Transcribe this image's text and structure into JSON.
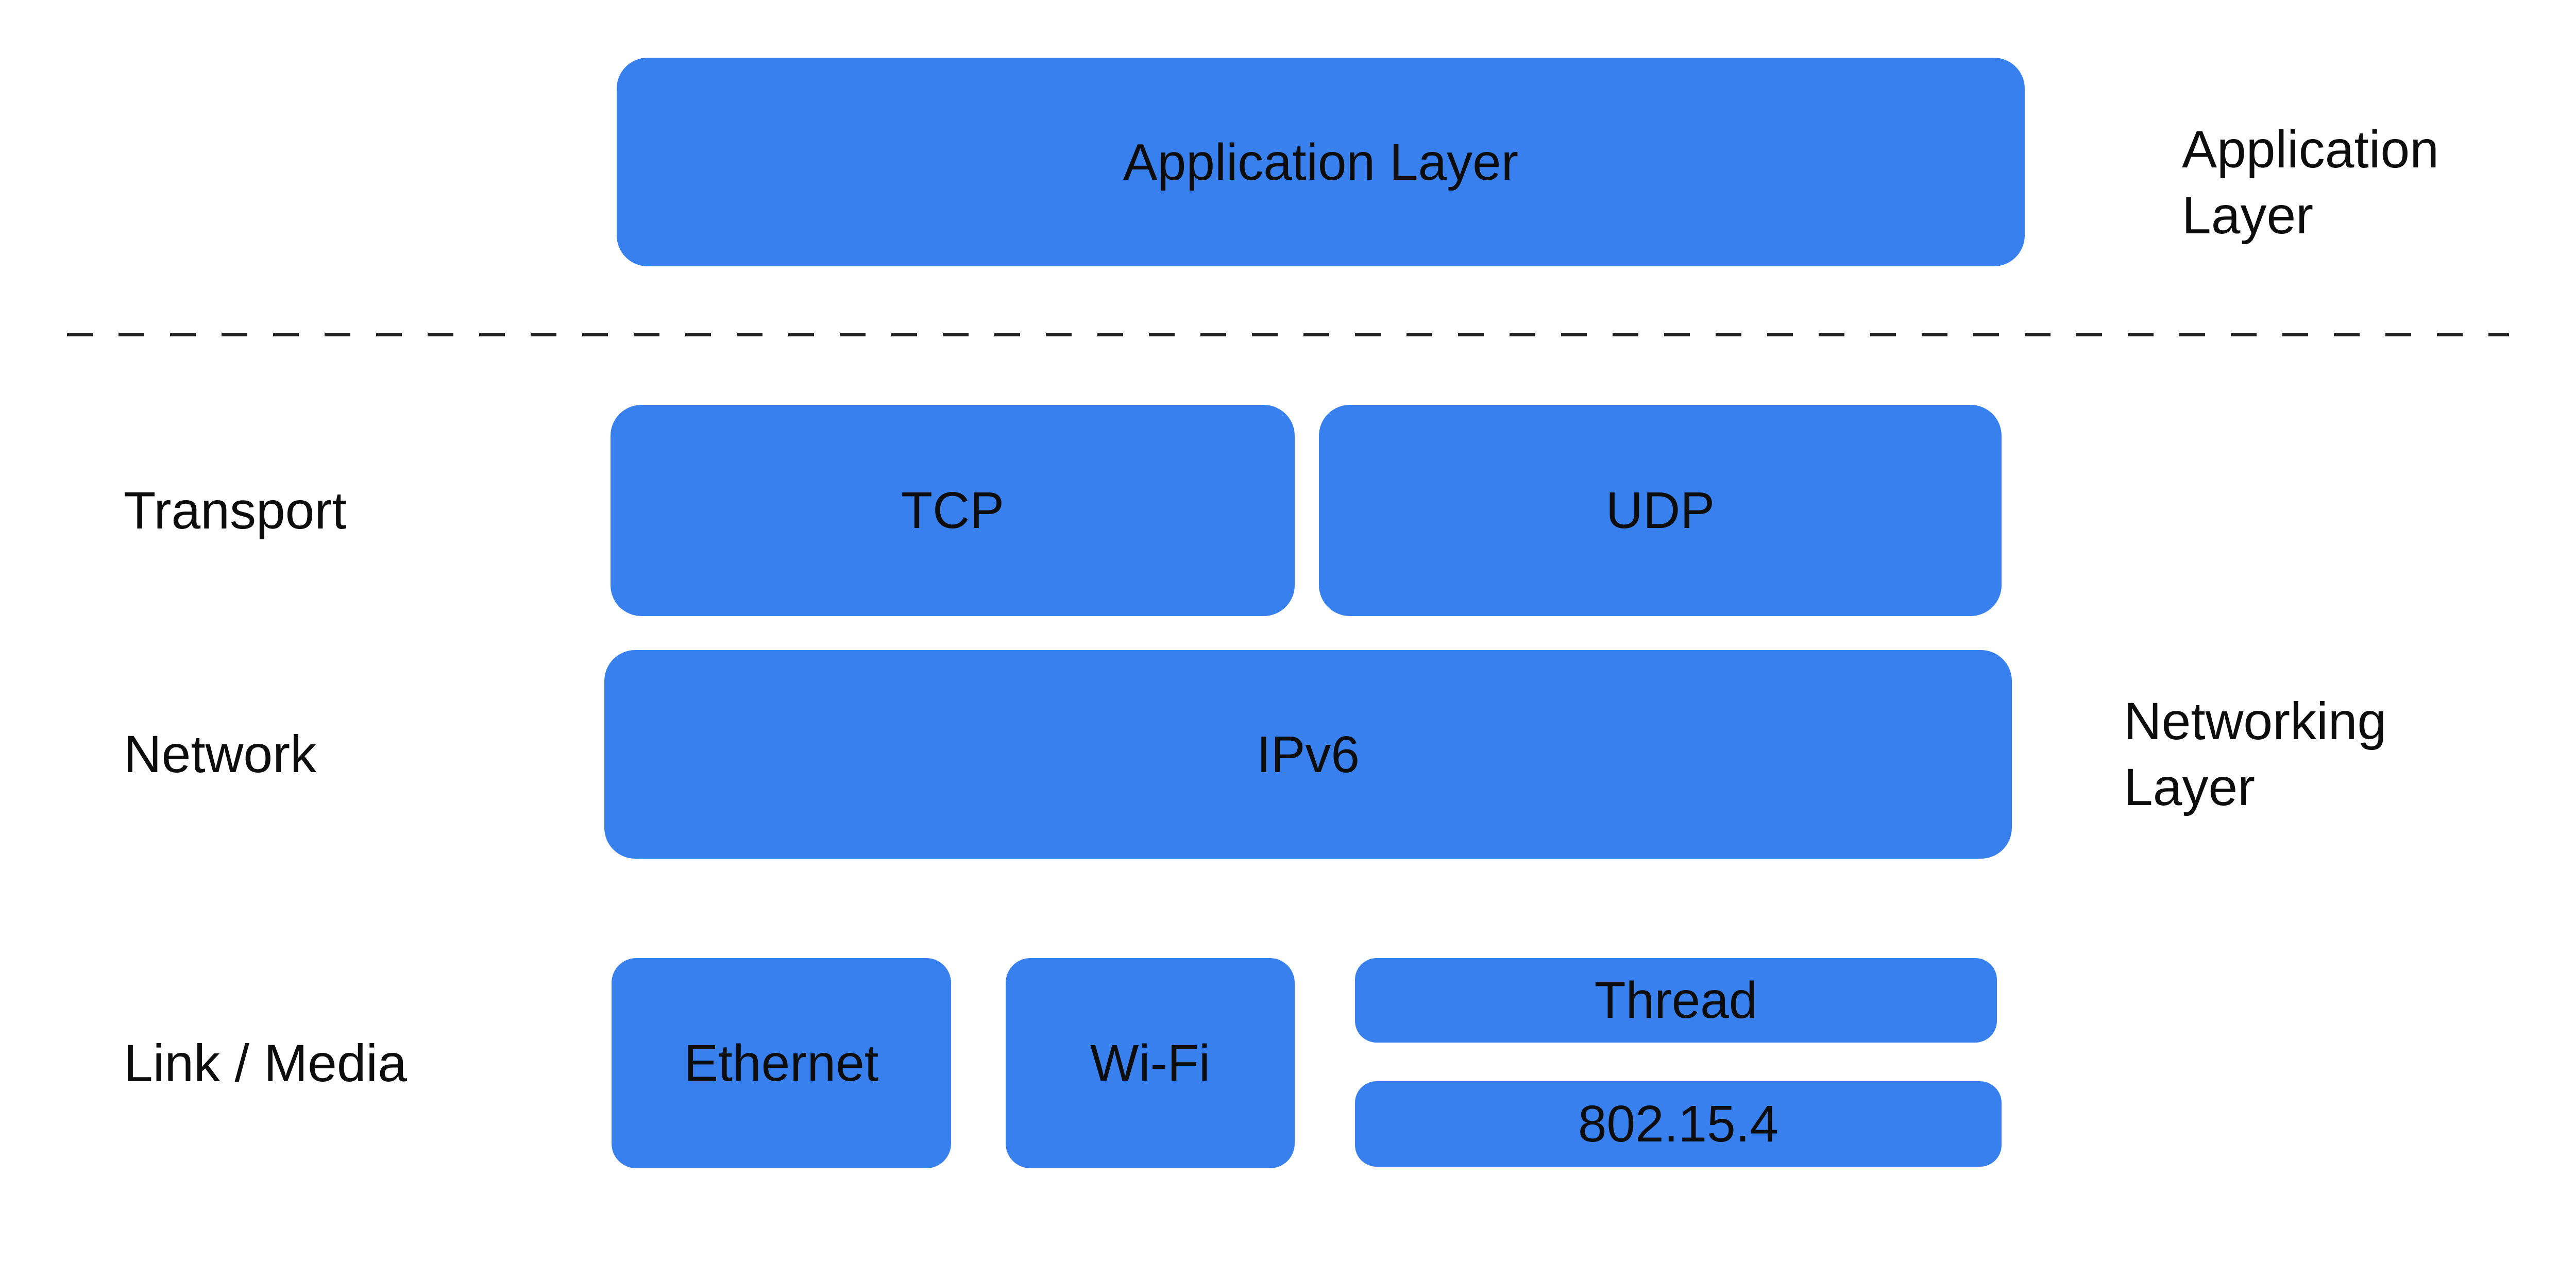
{
  "colors": {
    "background": "#ffffff",
    "accent_blue": "#3880ED",
    "text_color": "#0d0d0d",
    "dash_color": "#1f1f1f"
  },
  "diagram": {
    "top_box": "Application Layer",
    "side_labels": {
      "application": "Application\nLayer",
      "networking": "Networking\nLayer"
    },
    "row_labels": {
      "transport": "Transport",
      "network": "Network",
      "link_media": "Link / Media"
    },
    "boxes": {
      "tcp": "TCP",
      "udp": "UDP",
      "ipv6": "IPv6",
      "ethernet": "Ethernet",
      "wifi": "Wi-Fi",
      "thread": "Thread",
      "ieee802154": "802.15.4"
    }
  }
}
